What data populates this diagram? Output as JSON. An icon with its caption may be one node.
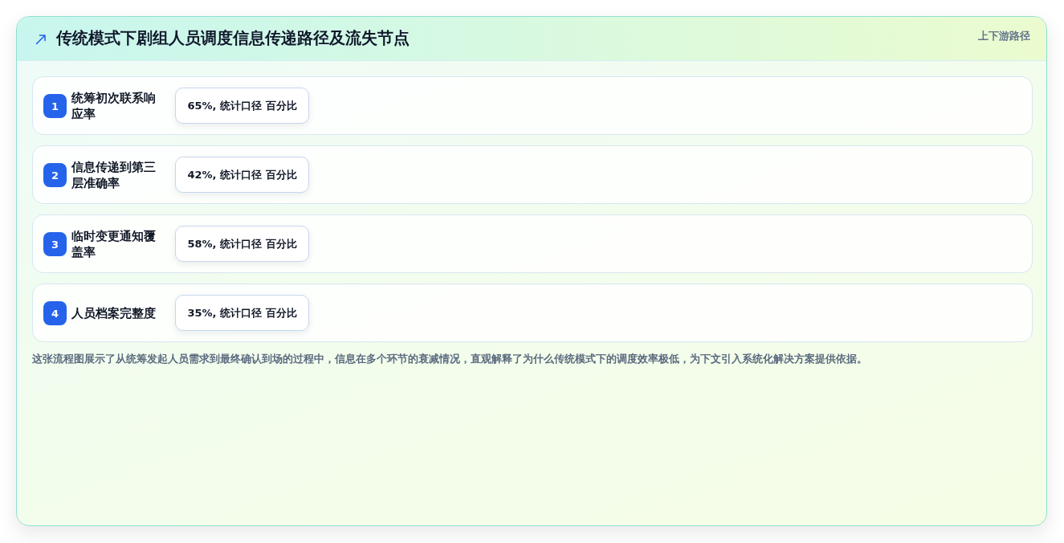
{
  "diagram": {
    "title": "传统模式下剧组人员调度信息传递路径及流失节点",
    "caption": "这张流程图展示了从统筹发起人员需求到最终确认到场的过程中，信息在多个环节的衰减情况，直观解释了为什么传统模式下的调度效率极低，为下文引入系统化解决方案提供依据。",
    "nodes": [
      {
        "text": [
          "统筹初次联系响应率"
        ]
      },
      {
        "text": [
          "1"
        ],
        "in": 0
      },
      {
        "text": [
          "65%, 统计口径 百分比"
        ],
        "in": 0
      },
      {
        "text": [
          "信息传递到第三层准确率"
        ]
      },
      {
        "text": [
          "2"
        ],
        "in": 3
      },
      {
        "text": [
          "42%, 统计口径 百分比"
        ],
        "in": 3
      },
      {
        "text": [
          "临时变更通知覆盖率"
        ]
      },
      {
        "text": [
          "3"
        ],
        "in": 6
      },
      {
        "text": [
          "58%, 统计口径 百分比"
        ],
        "in": 6
      },
      {
        "text": [
          "人员档案完整度"
        ]
      },
      {
        "text": [
          "4"
        ],
        "in": 9
      },
      {
        "text": [
          "35%, 统计口径 百分比"
        ],
        "in": 9
      }
    ],
    "labels": [
      "上下游路径"
    ]
  }
}
